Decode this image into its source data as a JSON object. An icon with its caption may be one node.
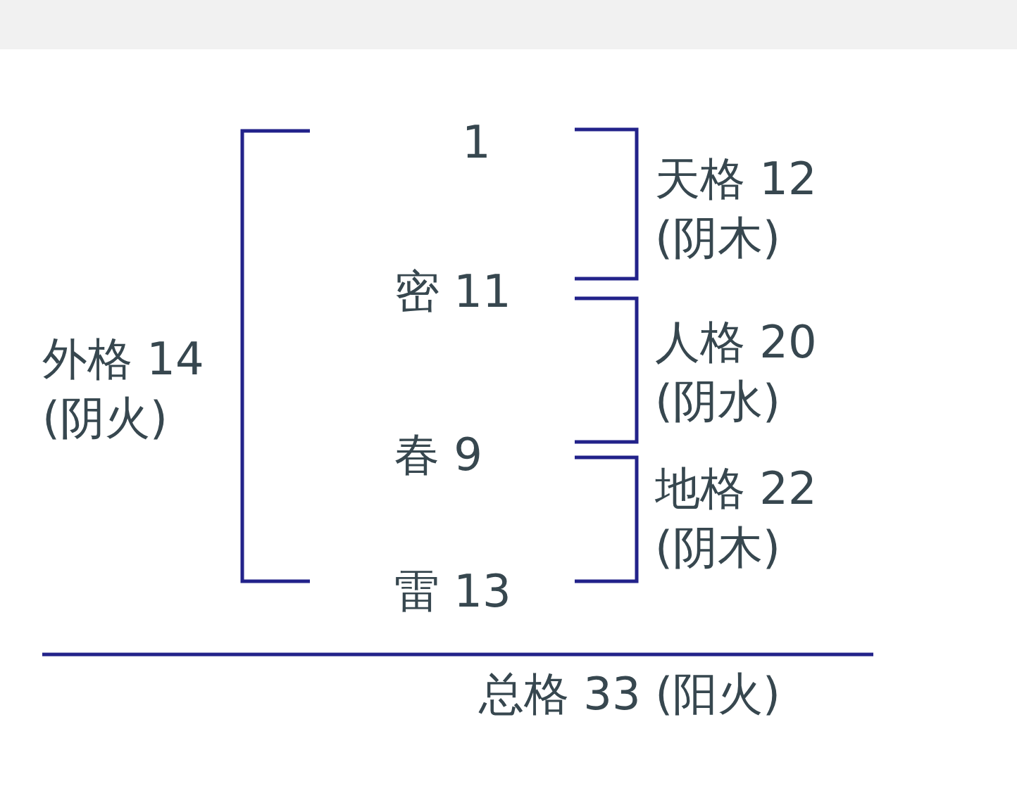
{
  "diagram": {
    "labels": [
      "1",
      "密 11",
      "春 9",
      "雷 13",
      "天格 12 (阴木)",
      "人格 20 (阴水)",
      "地格 22 (阴木)",
      "外格 14 (阴火)",
      "总格 33 (阳火)"
    ]
  }
}
